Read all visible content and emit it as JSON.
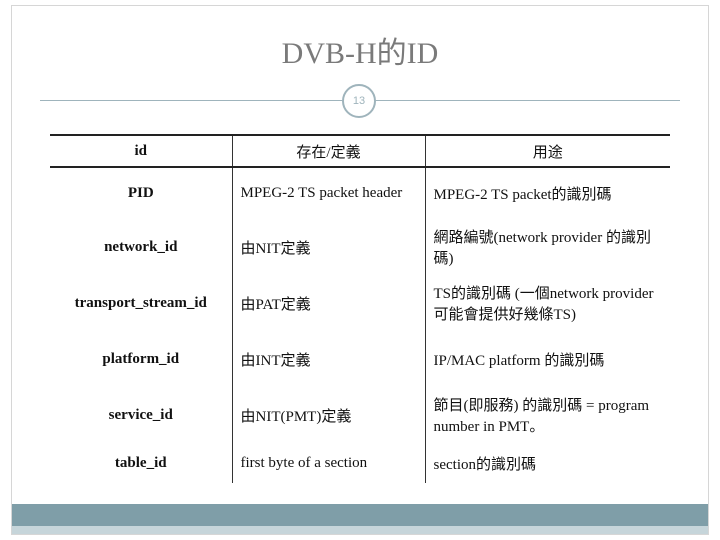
{
  "slide": {
    "title": "DVB-H的ID",
    "page_number": "13"
  },
  "table": {
    "headers": {
      "id": "id",
      "definition": "存在/定義",
      "usage": "用途"
    },
    "rows": [
      {
        "id": "PID",
        "definition": "MPEG-2 TS packet header",
        "usage": "MPEG-2 TS packet的識別碼"
      },
      {
        "id": "network_id",
        "definition": "由NIT定義",
        "usage": "網路編號(network provider 的識別碼)"
      },
      {
        "id": "transport_stream_id",
        "definition": "由PAT定義",
        "usage": "TS的識別碼 (一個network provider可能會提供好幾條TS)"
      },
      {
        "id": "platform_id",
        "definition": "由INT定義",
        "usage": "IP/MAC platform 的識別碼"
      },
      {
        "id": "service_id",
        "definition": "由NIT(PMT)定義",
        "usage": "節目(即服務) 的識別碼 = program number in PMT。"
      },
      {
        "id": "table_id",
        "definition": "first byte of a section",
        "usage": "section的識別碼"
      }
    ]
  },
  "colors": {
    "title": "#7a7a7a",
    "accent_band": "#7f9ea8",
    "accent_light": "#c6d5da",
    "circle_border": "#9fb4bc"
  }
}
